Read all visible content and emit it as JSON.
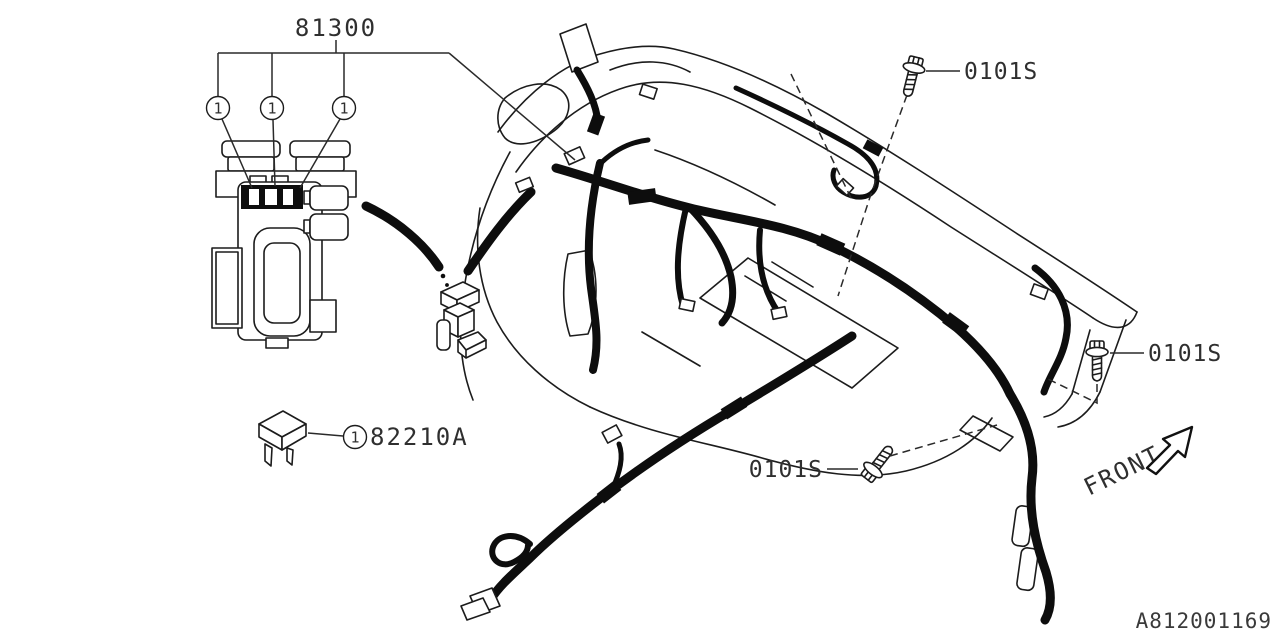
{
  "diagram": {
    "type": "parts-diagram",
    "subject": "instrument-panel-wiring-harness",
    "background_color": "#ffffff",
    "line_color": "#1c1c1c",
    "labels": {
      "main_harness_code": "81300",
      "screw_code": "0101S",
      "fuse_code": "82210A",
      "front_indicator": "FRONT",
      "drawing_number": "A812001169",
      "circled_qty": "1"
    },
    "screw_instances": [
      {
        "position": "top-right"
      },
      {
        "position": "middle-right"
      },
      {
        "position": "bottom-center"
      }
    ],
    "circled_qty_instances": 4,
    "icons": {
      "screw": "tapping-screw-icon",
      "fuse": "mini-blade-fuse-icon",
      "front_arrow": "front-direction-arrow-icon",
      "qty_marker": "circled-number-icon"
    }
  }
}
